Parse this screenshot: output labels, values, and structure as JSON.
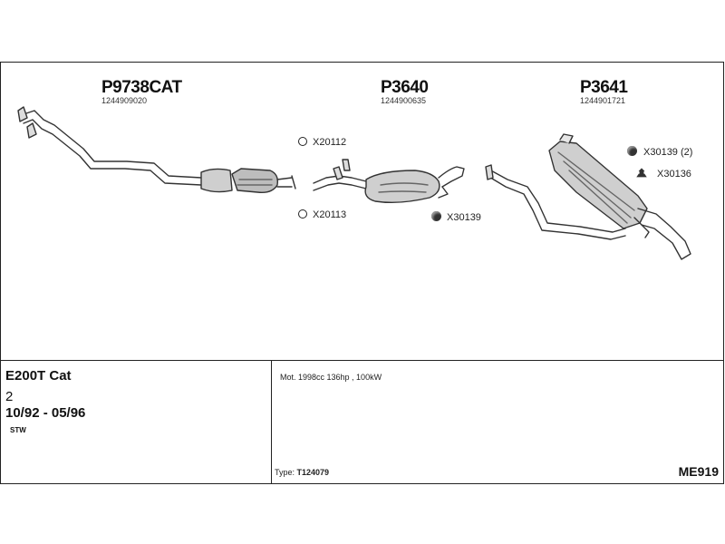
{
  "parts": [
    {
      "part_no": "P9738CAT",
      "oe_no": "1244909020"
    },
    {
      "part_no": "P3640",
      "oe_no": "1244900635"
    },
    {
      "part_no": "P3641",
      "oe_no": "1244901721"
    }
  ],
  "fittings": [
    {
      "label": "X20112",
      "icon": "ring-clamp-icon"
    },
    {
      "label": "X20113",
      "icon": "ring-clamp-icon"
    },
    {
      "label": "X30139",
      "icon": "rubber-mount-icon"
    },
    {
      "label": "X30139 (2)",
      "icon": "rubber-mount-icon"
    },
    {
      "label": "X30136",
      "icon": "hanger-bracket-icon"
    }
  ],
  "vehicle": {
    "model": "E200T Cat",
    "doors": "2",
    "years": "10/92 - 05/96",
    "body": "STW"
  },
  "engine": "Mot. 1998cc 136hp , 100kW",
  "type_label": "Type:",
  "type_value": "T124079",
  "diagram_code": "ME919"
}
